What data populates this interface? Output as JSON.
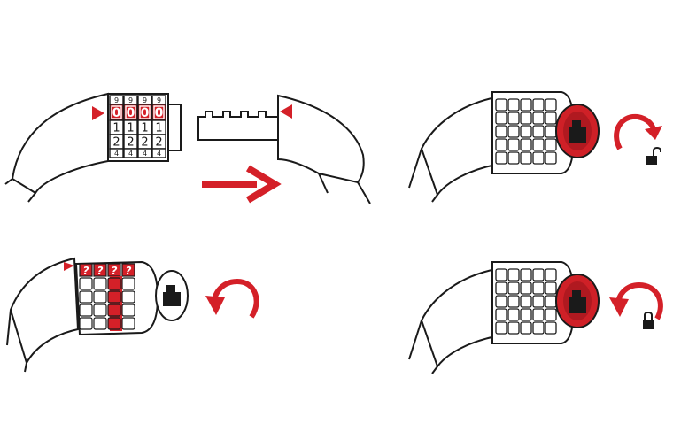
{
  "colors": {
    "accent": "#d42028",
    "ink": "#1a1a1a",
    "paper": "#ffffff",
    "dial": "#cf2027",
    "dial_dark": "#8e1217"
  },
  "panels": [
    {
      "name": "panel-set-code",
      "code_digits": [
        "0",
        "0",
        "0",
        "0"
      ],
      "row_above": [
        "9",
        "9",
        "9",
        "9"
      ],
      "rows_below": [
        [
          "1",
          "1",
          "1",
          "1"
        ],
        [
          "2",
          "2",
          "2",
          "2"
        ],
        [
          "4",
          "4",
          "4",
          "4"
        ]
      ],
      "arrow_direction": "right",
      "icon": "none"
    },
    {
      "name": "panel-rotate-open",
      "rotation": "clockwise",
      "padlock_state": "unlocked",
      "icon": "unlocked-padlock-icon"
    },
    {
      "name": "panel-enter-new-code",
      "new_code_digits": [
        "?",
        "?",
        "?",
        "?"
      ],
      "rotation": "counterclockwise",
      "icon": "none"
    },
    {
      "name": "panel-rotate-lock",
      "rotation": "counterclockwise",
      "padlock_state": "locked",
      "icon": "locked-padlock-icon"
    }
  ]
}
